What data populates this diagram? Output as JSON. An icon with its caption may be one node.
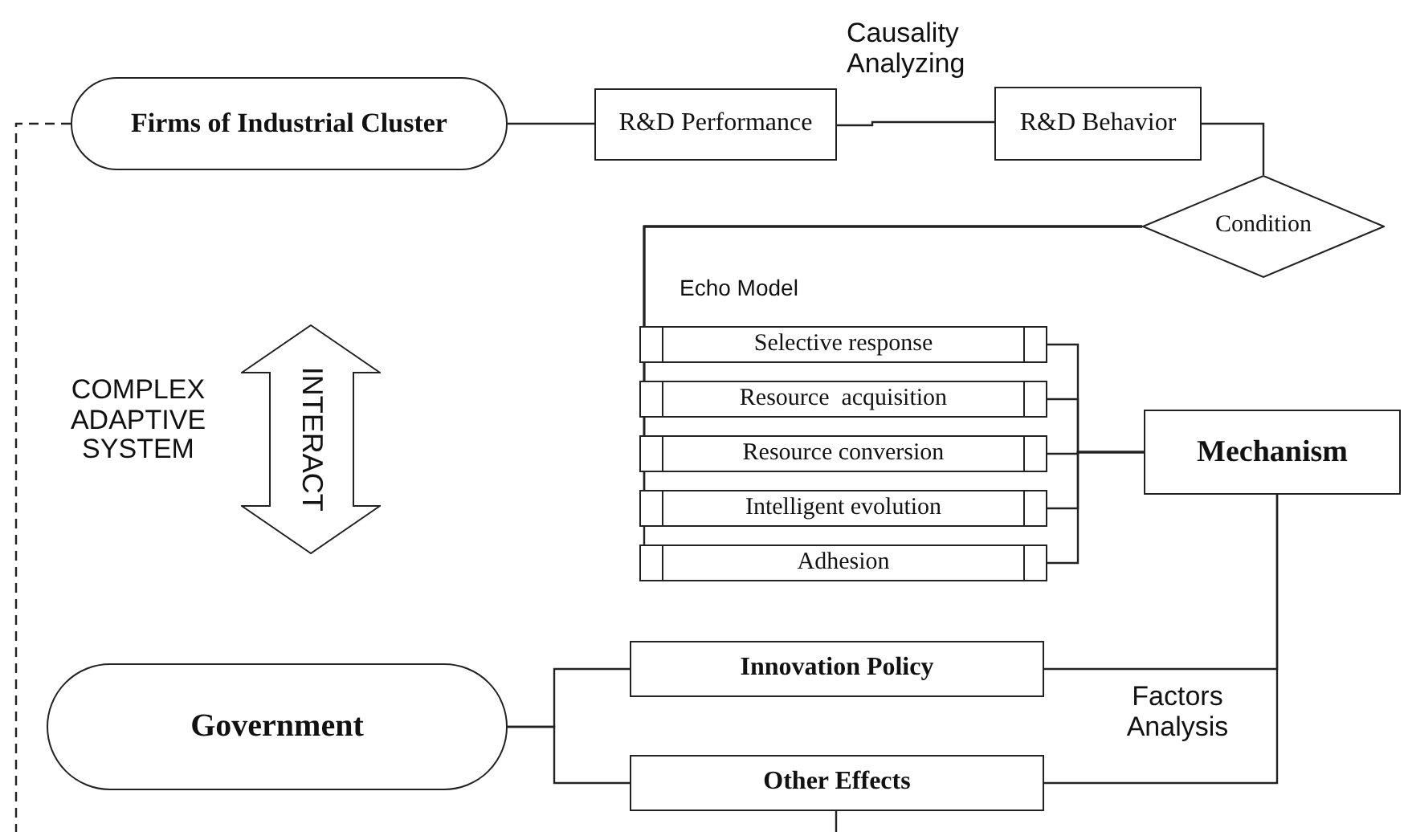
{
  "diagram": {
    "nodes": [
      {
        "text": [
          "Firms of Industrial Cluster"
        ]
      },
      {
        "text": [
          "R&D Performance"
        ]
      },
      {
        "text": [
          "R&D Behavior"
        ]
      },
      {
        "text": [
          "Condition"
        ]
      },
      {
        "text": [
          "Selective response"
        ]
      },
      {
        "text": [
          "Resource  acquisition"
        ]
      },
      {
        "text": [
          "Resource conversion"
        ]
      },
      {
        "text": [
          "Intelligent evolution"
        ]
      },
      {
        "text": [
          "Adhesion"
        ]
      },
      {
        "text": [
          "Mechanism"
        ]
      },
      {
        "text": [
          "Government"
        ]
      },
      {
        "text": [
          "Innovation Policy"
        ]
      },
      {
        "text": [
          "Other Effects"
        ]
      },
      {
        "text": [
          "INTERACT"
        ]
      }
    ],
    "edges": [
      {
        "from": 0,
        "to": null,
        "arrow": "none",
        "style": "dashed"
      },
      {
        "from": 0,
        "to": 1,
        "arrow": "none"
      },
      {
        "from": 1,
        "to": 2,
        "arrow": "none"
      },
      {
        "from": 2,
        "to": 3,
        "arrow": "none"
      },
      {
        "from": 3,
        "to": 4,
        "arrow": "none"
      },
      {
        "from": 3,
        "to": 5,
        "arrow": "none"
      },
      {
        "from": 3,
        "to": 6,
        "arrow": "none"
      },
      {
        "from": 3,
        "to": 7,
        "arrow": "none"
      },
      {
        "from": 3,
        "to": 8,
        "arrow": "none"
      },
      {
        "from": 4,
        "to": 9,
        "arrow": "none"
      },
      {
        "from": 5,
        "to": 9,
        "arrow": "none"
      },
      {
        "from": 6,
        "to": 9,
        "arrow": "none"
      },
      {
        "from": 7,
        "to": 9,
        "arrow": "none"
      },
      {
        "from": 8,
        "to": 9,
        "arrow": "none"
      },
      {
        "from": 9,
        "to": 11,
        "arrow": "none"
      },
      {
        "from": 9,
        "to": 12,
        "arrow": "none"
      },
      {
        "from": 10,
        "to": 11,
        "arrow": "none"
      },
      {
        "from": 10,
        "to": 12,
        "arrow": "none"
      },
      {
        "from": 12,
        "to": null,
        "arrow": "none"
      }
    ],
    "labels": [
      "Causality Analyzing",
      "Echo Model",
      "COMPLEX ADAPTIVE SYSTEM",
      "Factors Analysis"
    ]
  }
}
